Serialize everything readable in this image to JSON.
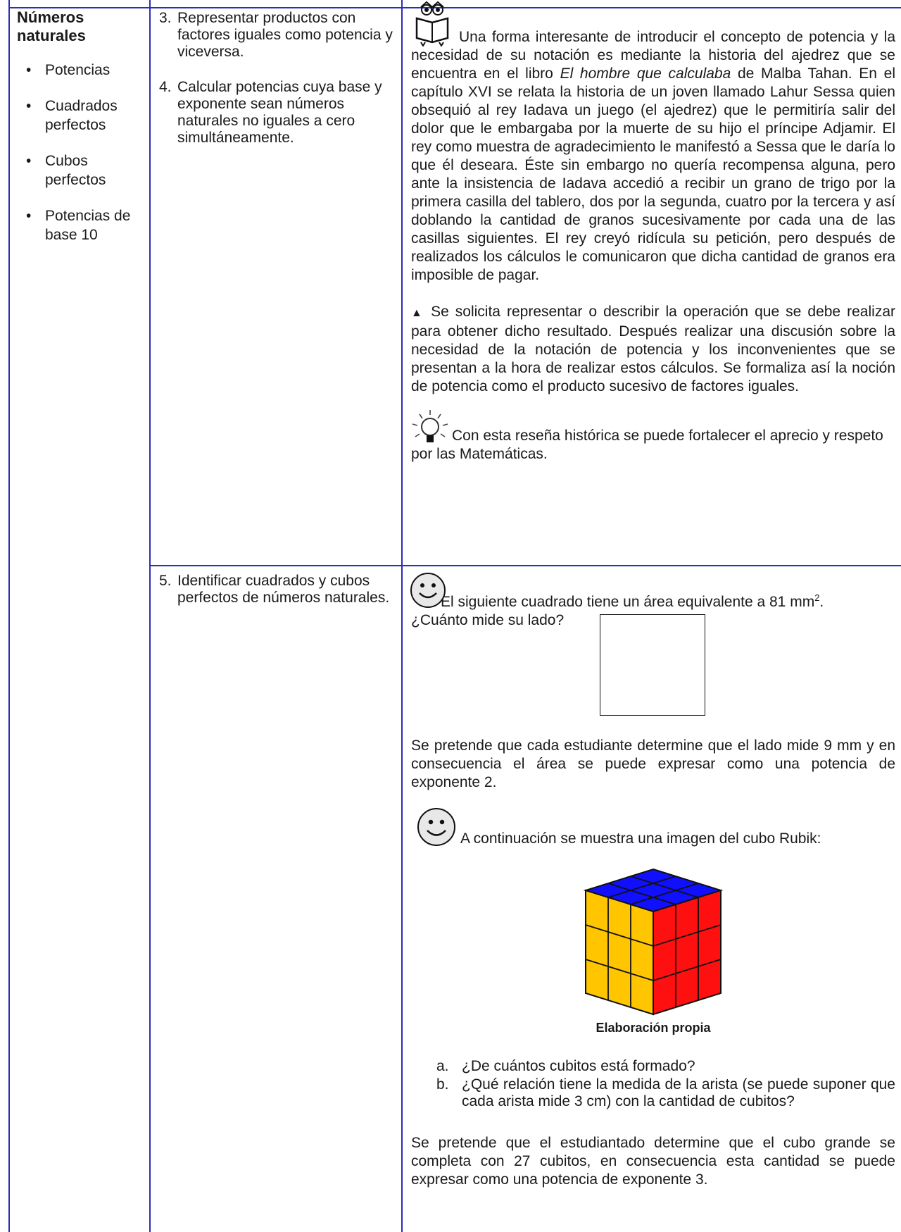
{
  "topics": {
    "title": "Números naturales",
    "items": [
      "Potencias",
      "Cuadrados perfectos",
      "Cubos perfectos",
      "Potencias de base 10"
    ]
  },
  "objectives_row1": [
    {
      "num": "3.",
      "text": "Representar productos con factores iguales como potencia y viceversa."
    },
    {
      "num": "4.",
      "text": "Calcular potencias cuya base y exponente sean números naturales no iguales a cero simultáneamente."
    }
  ],
  "objectives_row2": [
    {
      "num": "5.",
      "text": "Identificar cuadrados y cubos perfectos de números naturales."
    }
  ],
  "activity1": {
    "intro": "Una forma interesante de introducir el concepto de potencia y la necesidad de su notación es mediante la historia del ajedrez que se encuentra en el libro",
    "book": "El hombre que calculaba",
    "after_book": "de Malba Tahan. En el capítulo XVI se relata la historia de un joven llamado Lahur Sessa quien obsequió al rey Iadava un juego (el ajedrez) que le permitiría salir del dolor que le embargaba por la muerte de su hijo el príncipe Adjamir. El rey como muestra de agradecimiento le manifestó a Sessa que le daría lo que él deseara. Éste sin embargo no quería recompensa alguna, pero ante la insistencia de Iadava accedió a recibir un grano de trigo por la primera casilla del tablero, dos por la segunda, cuatro por la tercera y así doblando la cantidad de granos sucesivamente por cada una de las casillas siguientes. El rey creyó ridícula su petición, pero después de realizados los cálculos le comunicaron que dicha cantidad de granos era imposible de pagar.",
    "task_marker": "▲",
    "task": "Se solicita representar o describir la operación que se debe realizar para obtener dicho resultado. Después realizar una discusión sobre la necesidad de la notación de potencia y los inconvenientes que se presentan a la hora de realizar estos cálculos. Se formaliza así la noción de potencia como el producto sucesivo de factores iguales.",
    "tip": "Con esta reseña histórica se puede fortalecer el aprecio y respeto por las Matemáticas."
  },
  "activity2": {
    "square_q_before": "El siguiente cuadrado tiene un área equivalente a 81 mm",
    "square_q_sup": "2",
    "square_q_after": ".",
    "square_q2": "¿Cuánto mide su lado?",
    "square_answer": "Se pretende que cada estudiante determine que el lado mide 9 mm y en consecuencia el área se puede expresar como una potencia de exponente 2.",
    "cube_intro": "A continuación se muestra una imagen del cubo Rubik:",
    "cube_caption": "Elaboración propia",
    "questions": [
      {
        "label": "a.",
        "text": "¿De cuántos cubitos está formado?"
      },
      {
        "label": "b.",
        "text": "¿Qué relación tiene la medida de la arista (se puede suponer que cada arista mide 3 cm) con la cantidad de cubitos?"
      }
    ],
    "cube_answer": "Se pretende que el estudiantado determine que el cubo grande se completa con 27 cubitos, en consecuencia esta cantidad se puede expresar como una potencia de exponente 3."
  },
  "colors": {
    "grid": "#2a2fb8",
    "cube_top": "#1010ff",
    "cube_left": "#ffc600",
    "cube_right": "#ff1010"
  }
}
